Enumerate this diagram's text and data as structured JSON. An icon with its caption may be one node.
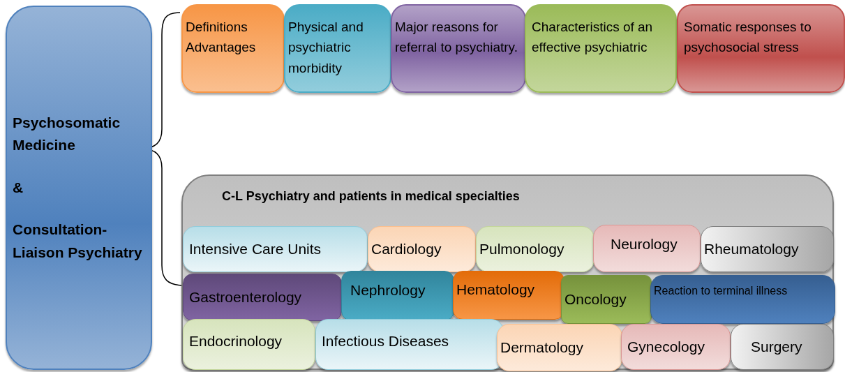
{
  "diagram": {
    "nodes": [
      {
        "text": [
          "Psychosomatic Medicine",
          "&",
          "Consultation-Liaison Psychiatry"
        ]
      },
      {
        "text": [
          "Definitions Advantages"
        ]
      },
      {
        "text": [
          "Physical and psychiatric morbidity"
        ]
      },
      {
        "text": [
          "Major reasons for referral to psychiatry."
        ]
      },
      {
        "text": [
          "Characteristics of an effective psychiatric"
        ]
      },
      {
        "text": [
          "Somatic responses to psychosocial stress"
        ]
      },
      {
        "text": [
          "C-L Psychiatry and patients in medical specialties"
        ]
      },
      {
        "text": [
          "Intensive Care Units"
        ],
        "in": 6
      },
      {
        "text": [
          "Cardiology"
        ],
        "in": 6
      },
      {
        "text": [
          "Pulmonology"
        ],
        "in": 6
      },
      {
        "text": [
          "Neurology"
        ],
        "in": 6
      },
      {
        "text": [
          "Rheumatology"
        ],
        "in": 6
      },
      {
        "text": [
          "Gastroenterology"
        ],
        "in": 6
      },
      {
        "text": [
          "Nephrology"
        ],
        "in": 6
      },
      {
        "text": [
          "Hematology"
        ],
        "in": 6
      },
      {
        "text": [
          "Oncology"
        ],
        "in": 6
      },
      {
        "text": [
          "Reaction to terminal illness"
        ],
        "in": 6
      },
      {
        "text": [
          "Endocrinology"
        ],
        "in": 6
      },
      {
        "text": [
          "Infectious Diseases"
        ],
        "in": 6
      },
      {
        "text": [
          "Dermatology"
        ],
        "in": 6
      },
      {
        "text": [
          "Gynecology"
        ],
        "in": 6
      },
      {
        "text": [
          "Surgery"
        ],
        "in": 6
      }
    ]
  }
}
